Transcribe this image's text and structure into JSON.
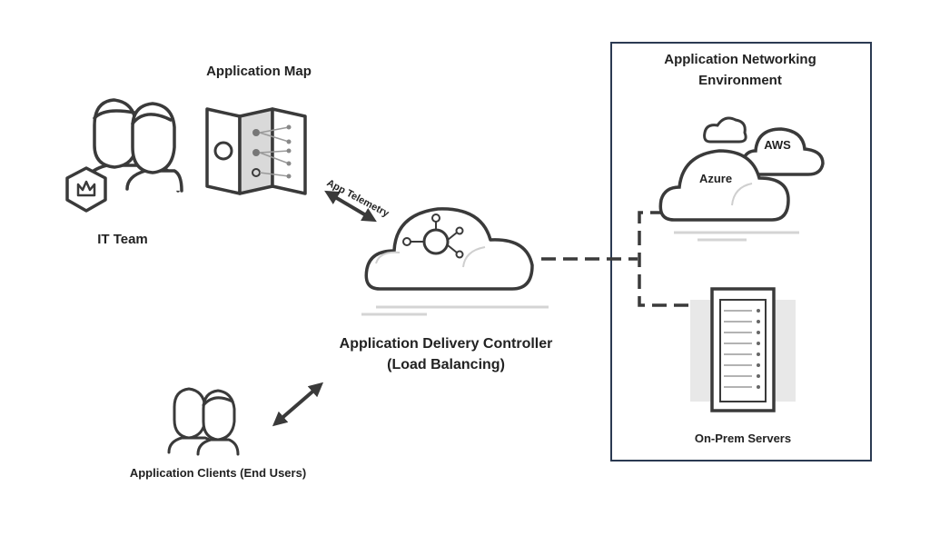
{
  "labels": {
    "app_map": "Application Map",
    "it_team": "IT Team",
    "app_telemetry": "App Telemetry",
    "adc_line1": "Application Delivery Controller",
    "adc_line2": "(Load Balancing)",
    "clients": "Application Clients (End Users)",
    "env_line1": "Application Networking",
    "env_line2": "Environment",
    "azure": "Azure",
    "aws": "AWS",
    "onprem": "On-Prem Servers"
  },
  "colors": {
    "stroke": "#3a3a3a",
    "box_border": "#2b3a52",
    "map_panel": "#d9d9d9",
    "soft_line": "#d4d4d4"
  }
}
